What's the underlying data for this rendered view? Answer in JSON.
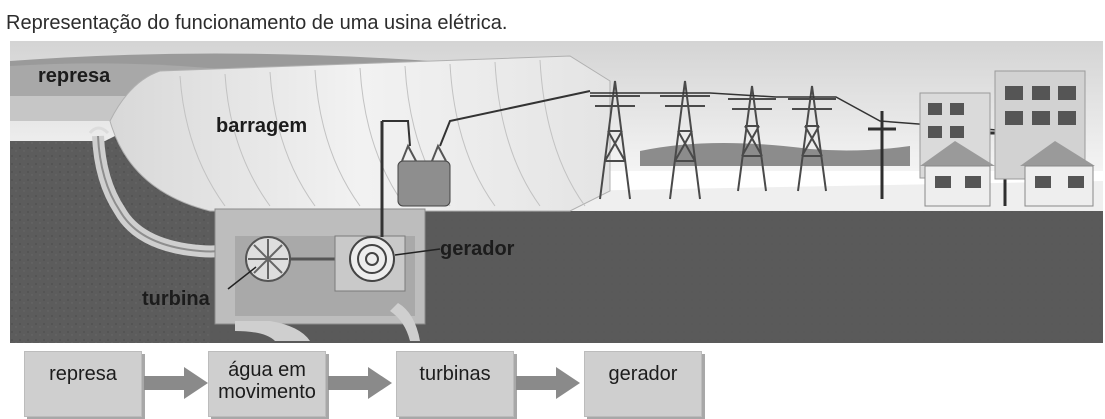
{
  "caption": "Representação do funcionamento de uma usina elétrica.",
  "diagram": {
    "labels": {
      "represa": "represa",
      "barragem": "barragem",
      "gerador": "gerador",
      "turbina": "turbina"
    }
  },
  "flow": {
    "steps": [
      {
        "line1": "represa",
        "line2": ""
      },
      {
        "line1": "água em",
        "line2": "movimento"
      },
      {
        "line1": "turbinas",
        "line2": ""
      },
      {
        "line1": "gerador",
        "line2": ""
      }
    ]
  },
  "colors": {
    "ground": "#5f5f5f",
    "water": "#bcbcbc",
    "dam": "#e6e6e6",
    "box": "#cfcfcf",
    "arrow": "#8a8a8a"
  }
}
